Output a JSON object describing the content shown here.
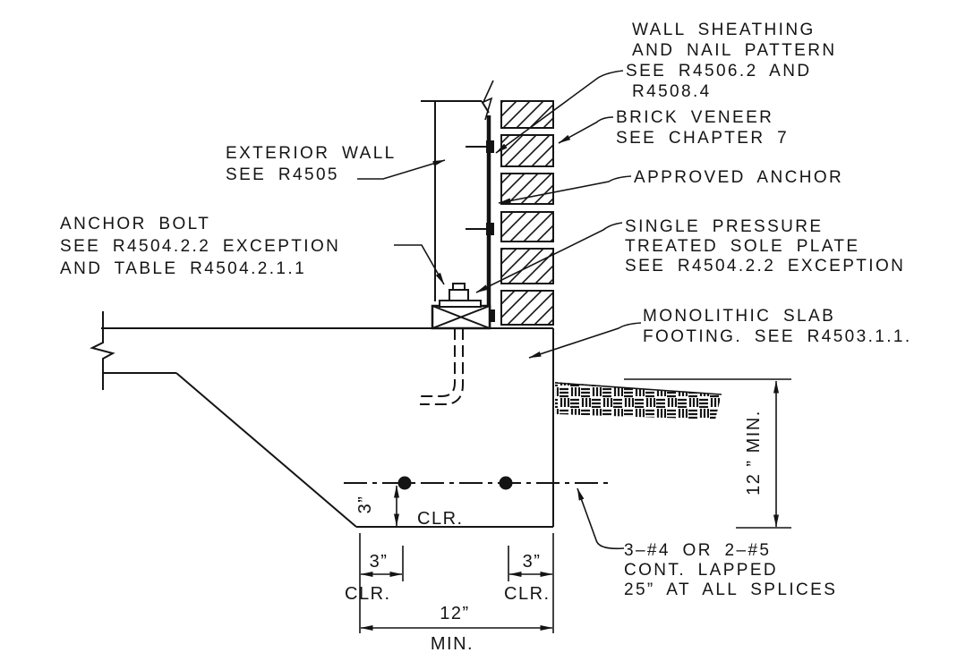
{
  "labels": {
    "wall_sheathing": {
      "lines": [
        "WALL SHEATHING",
        "AND NAIL PATTERN",
        "SEE R4506.2 AND",
        "R4508.4"
      ]
    },
    "brick_veneer": {
      "lines": [
        "BRICK VENEER",
        "SEE CHAPTER 7"
      ]
    },
    "approved_anchor": {
      "lines": [
        "APPROVED ANCHOR"
      ]
    },
    "sole_plate": {
      "lines": [
        "SINGLE PRESSURE",
        "TREATED SOLE PLATE",
        "SEE R4504.2.2 EXCEPTION"
      ]
    },
    "exterior_wall": {
      "lines": [
        "EXTERIOR WALL",
        "SEE R4505"
      ]
    },
    "anchor_bolt": {
      "lines": [
        "ANCHOR BOLT",
        "SEE R4504.2.2 EXCEPTION",
        "AND TABLE R4504.2.1.1"
      ]
    },
    "monolithic_slab": {
      "lines": [
        "MONOLITHIC SLAB",
        "FOOTING. SEE R4503.1.1."
      ]
    },
    "reinforcement": {
      "lines": [
        "3–#4 OR 2–#5",
        "CONT. LAPPED",
        "25” AT ALL SPLICES"
      ]
    }
  },
  "dimensions": {
    "footing_depth_right": "12 ” MIN.",
    "rebar_cover_vertical": {
      "value": "3”",
      "label": "CLR."
    },
    "cover_left": {
      "value": "3”",
      "label": "CLR."
    },
    "cover_right": {
      "value": "3”",
      "label": "CLR."
    },
    "footing_width": {
      "value": "12”",
      "label": "MIN."
    }
  },
  "colors": {
    "ink": "#141414",
    "background": "#ffffff"
  }
}
